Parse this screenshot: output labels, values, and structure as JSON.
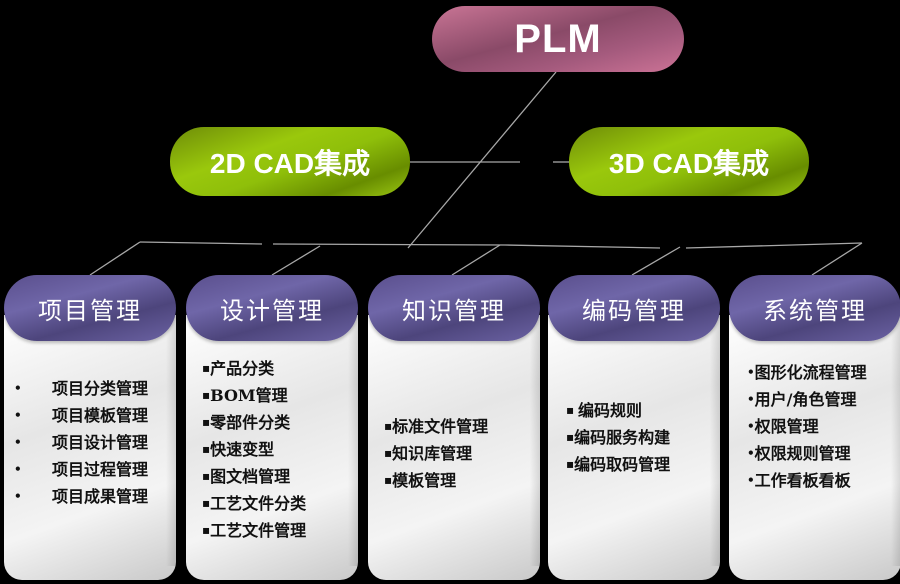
{
  "diagram": {
    "root": {
      "label": "PLM",
      "color": "#a45a7d"
    },
    "integrations": [
      {
        "label": "2D CAD集成",
        "color": "#8fbf0a"
      },
      {
        "label": "3D CAD集成",
        "color": "#8fbf0a"
      }
    ],
    "modules": [
      {
        "title": "项目管理",
        "bullet": "•",
        "items": [
          "项目分类管理",
          "项目模板管理",
          "项目设计管理",
          "项目过程管理",
          "项目成果管理"
        ]
      },
      {
        "title": "设计管理",
        "bullet": "▪",
        "items": [
          "产品分类",
          "BOM管理",
          "零部件分类",
          "快速变型",
          "图文档管理",
          "工艺文件分类",
          "工艺文件管理"
        ]
      },
      {
        "title": "知识管理",
        "bullet": "▪",
        "items": [
          "标准文件管理",
          "知识库管理",
          "模板管理"
        ]
      },
      {
        "title": "编码管理",
        "bullet": "▪",
        "items": [
          "编码规则",
          "编码服务构建",
          "编码取码管理"
        ]
      },
      {
        "title": "系统管理",
        "bullet": "•",
        "items": [
          "图形化流程管理",
          "用户/角色管理",
          "权限管理",
          "权限规则管理",
          "工作看板看板"
        ]
      }
    ],
    "colors": {
      "module_header": "#5f5797",
      "connector": "#a8a8a8",
      "background": "#000000"
    }
  }
}
